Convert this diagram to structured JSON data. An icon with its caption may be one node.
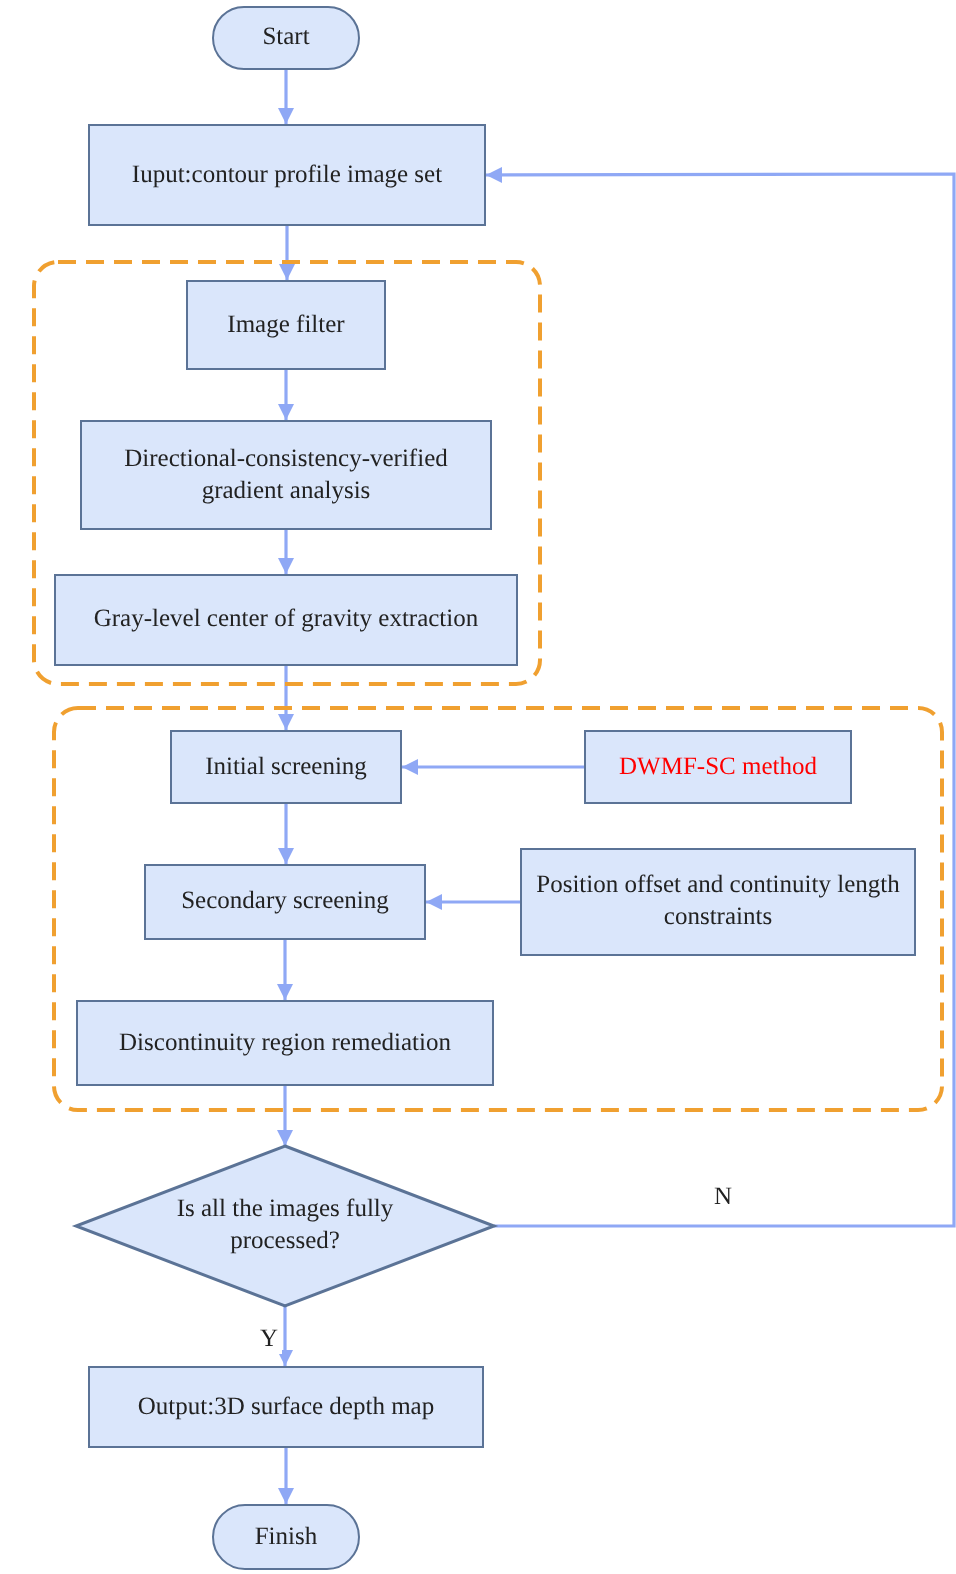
{
  "diagram": {
    "nodes": [
      {
        "text": [
          "Start"
        ]
      },
      {
        "text": [
          "Iuput:contour profile image set"
        ]
      },
      {
        "text": [],
        "shape": "box"
      },
      {
        "text": [
          "Image filter"
        ],
        "in": 2
      },
      {
        "text": [
          "Directional-consistency-verified gradient analysis"
        ],
        "in": 2
      },
      {
        "text": [
          "Gray-level center of gravity extraction"
        ],
        "in": 2
      },
      {
        "text": [],
        "shape": "box"
      },
      {
        "text": [
          "Initial  screening"
        ],
        "in": 6
      },
      {
        "text": [
          "DWMF-SC method"
        ],
        "in": 6
      },
      {
        "text": [
          "Secondary screening"
        ],
        "in": 6
      },
      {
        "text": [
          "Position offset and continuity length  constraints"
        ],
        "in": 6
      },
      {
        "text": [
          "Discontinuity region remediation"
        ],
        "in": 6
      },
      {
        "text": [
          "Is all the images fully processed?"
        ]
      },
      {
        "text": [
          "Output:3D surface depth map"
        ]
      },
      {
        "text": [
          "Finish"
        ]
      }
    ],
    "edges": [
      {
        "from": 0,
        "to": 1,
        "arrow": "to"
      },
      {
        "from": 1,
        "to": 3,
        "arrow": "to"
      },
      {
        "from": 3,
        "to": 4,
        "arrow": "to"
      },
      {
        "from": 4,
        "to": 5,
        "arrow": "to"
      },
      {
        "from": 5,
        "to": 7,
        "arrow": "to"
      },
      {
        "from": 8,
        "to": 7,
        "arrow": "to"
      },
      {
        "from": 7,
        "to": 9,
        "arrow": "to"
      },
      {
        "from": 10,
        "to": 9,
        "arrow": "to"
      },
      {
        "from": 9,
        "to": 11,
        "arrow": "to"
      },
      {
        "from": 11,
        "to": 12,
        "arrow": "to"
      },
      {
        "from": 12,
        "to": 13,
        "label": "Y",
        "arrow": "to"
      },
      {
        "from": 13,
        "to": 14,
        "arrow": "to"
      },
      {
        "from": 12,
        "to": 1,
        "label": "N",
        "arrow": "to"
      }
    ]
  }
}
